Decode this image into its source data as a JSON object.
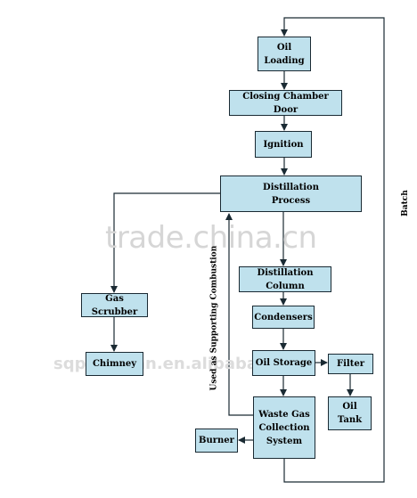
{
  "nodes": {
    "oil_loading": "Oil\nLoading",
    "closing_chamber_door": "Closing Chamber Door",
    "ignition": "Ignition",
    "distillation_process": "Distillation\nProcess",
    "gas_scrubber": "Gas Scrubber",
    "chimney": "Chimney",
    "distillation_column": "Distillation Column",
    "condensers": "Condensers",
    "oil_storage": "Oil Storage",
    "filter": "Filter",
    "oil_tank": "Oil\nTank",
    "waste_gas_collection_system": "Waste Gas\nCollection\nSystem",
    "burner": "Burner"
  },
  "labels": {
    "batch": "Batch",
    "used_as_supporting_combustion": "Used as Supporting Combustion"
  },
  "watermarks": {
    "main": "trade.china.cn",
    "secondary": "sqpmachan.en.alibaba.com"
  },
  "colors": {
    "box_fill": "#bfe1ed",
    "line": "#1a2a33",
    "watermark": "#d6d6d6"
  }
}
